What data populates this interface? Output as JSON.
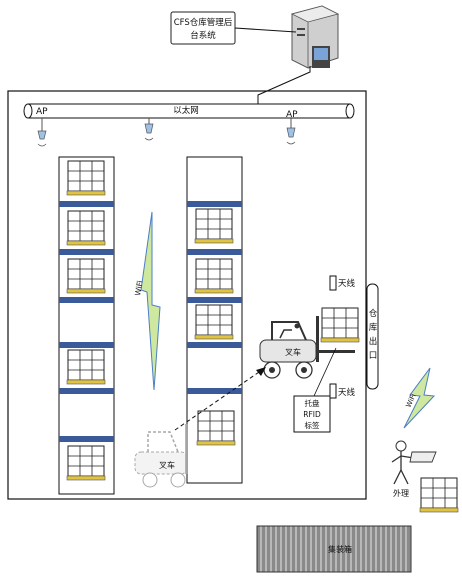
{
  "server": {
    "label_line1": "CFS仓库管理后",
    "label_line2": "台系统"
  },
  "network": {
    "ap_left": "AP",
    "ap_right": "AP",
    "ethernet": "以太网"
  },
  "wifi_label": "WiFi",
  "forklift_label": "叉车",
  "forklift_ghost_label": "叉车",
  "antenna_top": "天线",
  "antenna_bottom": "天线",
  "exit": {
    "c1": "仓",
    "c2": "库",
    "c3": "出",
    "c4": "口"
  },
  "tag": {
    "l1": "托盘",
    "l2": "RFID",
    "l3": "标签"
  },
  "wifi_right_label": "WiFi",
  "outside_person_label": "外理",
  "container_label": "集装箱",
  "colors": {
    "shelf": "#3a5a9a",
    "ground": "#eef0f4",
    "pallet_base": "#e0c340"
  }
}
